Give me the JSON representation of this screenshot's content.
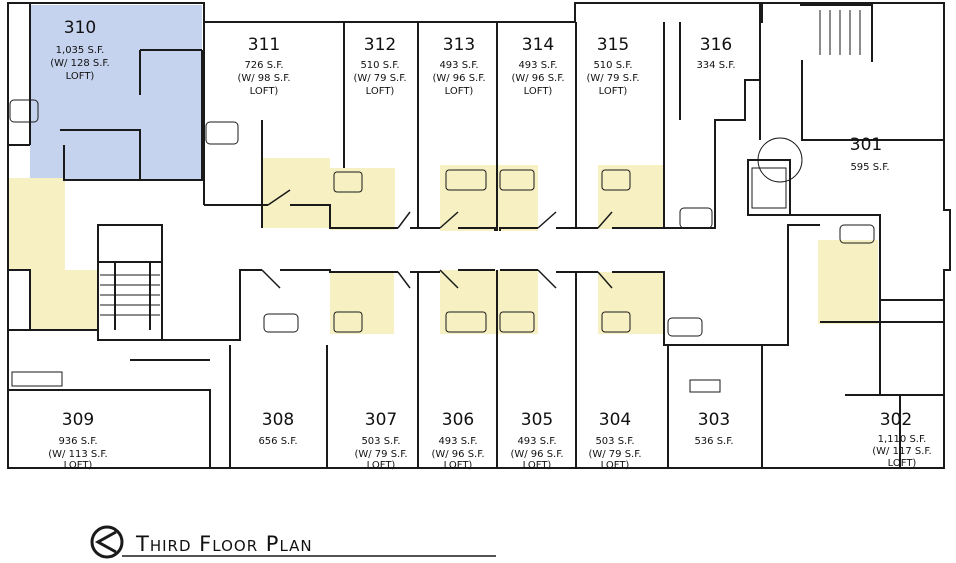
{
  "title": "Third Floor Plan",
  "colors": {
    "blue": "#c6d3ee",
    "yellow": "#f6f0c2",
    "line": "#1a1a1a"
  },
  "units": [
    {
      "id": "u310",
      "number": "310",
      "area": "1,035 S.F.",
      "loft": "(W/ 128 S.F.",
      "loft2": "LOFT)"
    },
    {
      "id": "u311",
      "number": "311",
      "area": "726 S.F.",
      "loft": "(W/ 98 S.F.",
      "loft2": "LOFT)"
    },
    {
      "id": "u312",
      "number": "312",
      "area": "510 S.F.",
      "loft": "(W/ 79 S.F.",
      "loft2": "LOFT)"
    },
    {
      "id": "u313",
      "number": "313",
      "area": "493 S.F.",
      "loft": "(W/ 96 S.F.",
      "loft2": "LOFT)"
    },
    {
      "id": "u314",
      "number": "314",
      "area": "493 S.F.",
      "loft": "(W/ 96 S.F.",
      "loft2": "LOFT)"
    },
    {
      "id": "u315",
      "number": "315",
      "area": "510 S.F.",
      "loft": "(W/ 79 S.F.",
      "loft2": "LOFT)"
    },
    {
      "id": "u316",
      "number": "316",
      "area": "334 S.F.",
      "loft": "",
      "loft2": ""
    },
    {
      "id": "u301",
      "number": "301",
      "area": "595 S.F.",
      "loft": "",
      "loft2": ""
    },
    {
      "id": "u309",
      "number": "309",
      "area": "936 S.F.",
      "loft": "(W/ 113 S.F.",
      "loft2": "LOFT)"
    },
    {
      "id": "u308",
      "number": "308",
      "area": "656 S.F.",
      "loft": "",
      "loft2": ""
    },
    {
      "id": "u307",
      "number": "307",
      "area": "503 S.F.",
      "loft": "(W/ 79 S.F.",
      "loft2": "LOFT)"
    },
    {
      "id": "u306",
      "number": "306",
      "area": "493 S.F.",
      "loft": "(W/ 96 S.F.",
      "loft2": "LOFT)"
    },
    {
      "id": "u305",
      "number": "305",
      "area": "493 S.F.",
      "loft": "(W/ 96 S.F.",
      "loft2": "LOFT)"
    },
    {
      "id": "u304",
      "number": "304",
      "area": "503 S.F.",
      "loft": "(W/ 79 S.F.",
      "loft2": "LOFT)"
    },
    {
      "id": "u303",
      "number": "303",
      "area": "536 S.F.",
      "loft": "",
      "loft2": ""
    },
    {
      "id": "u302",
      "number": "302",
      "area": "1,110 S.F.",
      "loft": "(W/ 117 S.F.",
      "loft2": "LOFT)"
    }
  ]
}
